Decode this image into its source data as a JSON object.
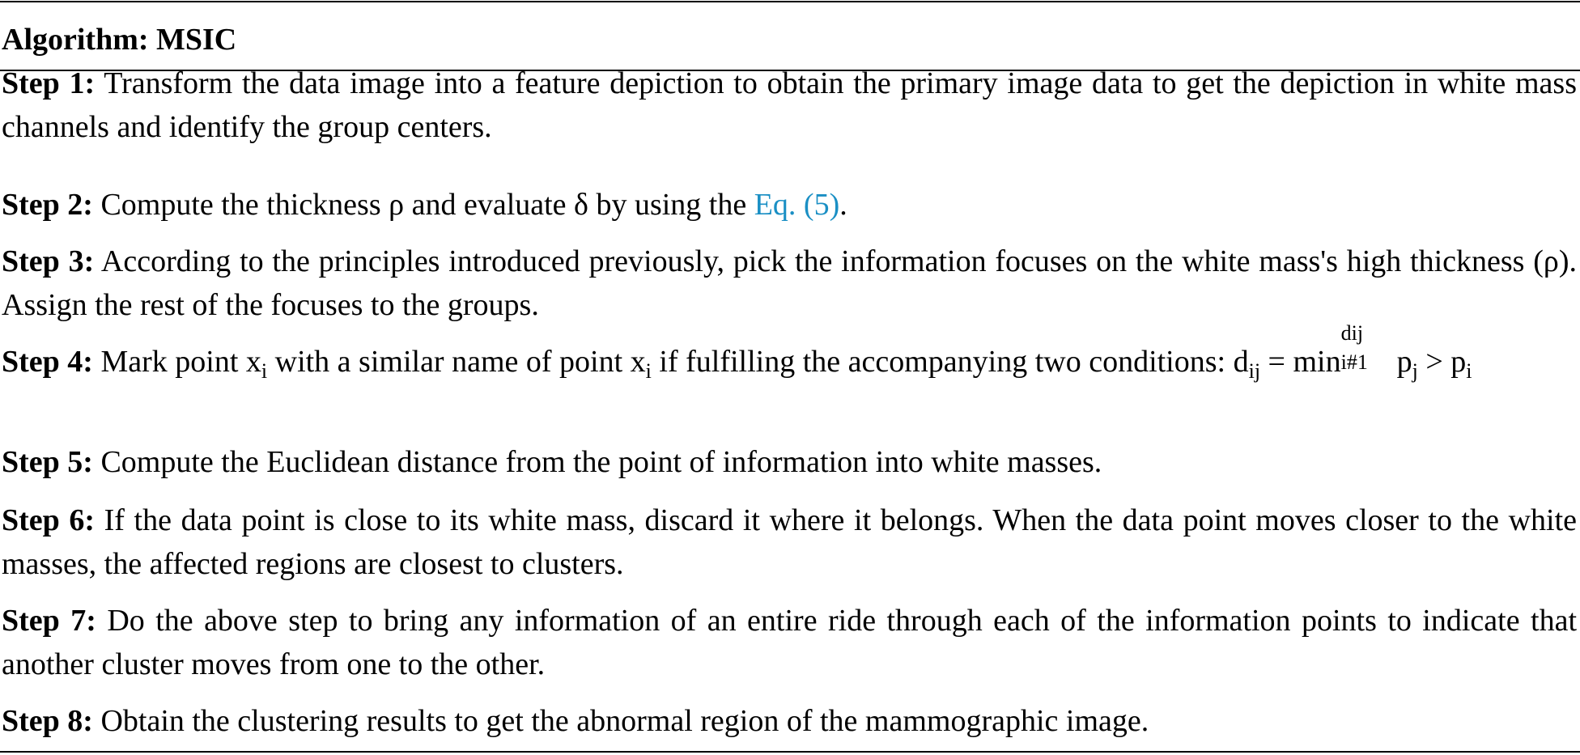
{
  "algorithm": {
    "title": "Algorithm: MSIC"
  },
  "steps": [
    {
      "label": "Step 1:",
      "text": "Transform the data image into a feature depiction to obtain the primary image data to get the depiction in white mass channels and identify the group centers."
    },
    {
      "label": "Step 2:",
      "text_before": "Compute the thickness ρ and evaluate δ by using the",
      "link": "Eq. (5)",
      "text_after": "."
    },
    {
      "label": "Step 3:",
      "text": "According to the principles introduced previously, pick the information focuses on the white mass's high thickness (ρ). Assign the rest of the focuses to the groups."
    },
    {
      "label": "Step 4:",
      "text_a": "Mark point x",
      "sub_a": "i",
      "text_b": "with a similar name of point x",
      "sub_b": "i",
      "text_c": "if fulfilling the accompanying two conditions:",
      "eq_d": "d",
      "eq_d_sub": "ij",
      "eq_eq": "= min",
      "eq_min_sup": "dij",
      "eq_min_sub": "i#1",
      "eq_p": "p",
      "eq_p_sub": "j",
      "eq_gt": "> p",
      "eq_p2_sub": "i"
    },
    {
      "label": "Step 5:",
      "text": "Compute the Euclidean distance from the point of information into white masses."
    },
    {
      "label": "Step 6:",
      "text": "If the data point is close to its white mass, discard it where it belongs. When the data point moves closer to the white masses, the affected regions are closest to clusters."
    },
    {
      "label": "Step 7:",
      "text": "Do the above step to bring any information of an entire ride through each of the information points to indicate that another cluster moves from one to the other."
    },
    {
      "label": "Step 8:",
      "text": "Obtain the clustering results to get the abnormal region of the mammographic image."
    }
  ],
  "colors": {
    "link": "#1a8fc4",
    "text": "#000000",
    "rule": "#000000"
  }
}
